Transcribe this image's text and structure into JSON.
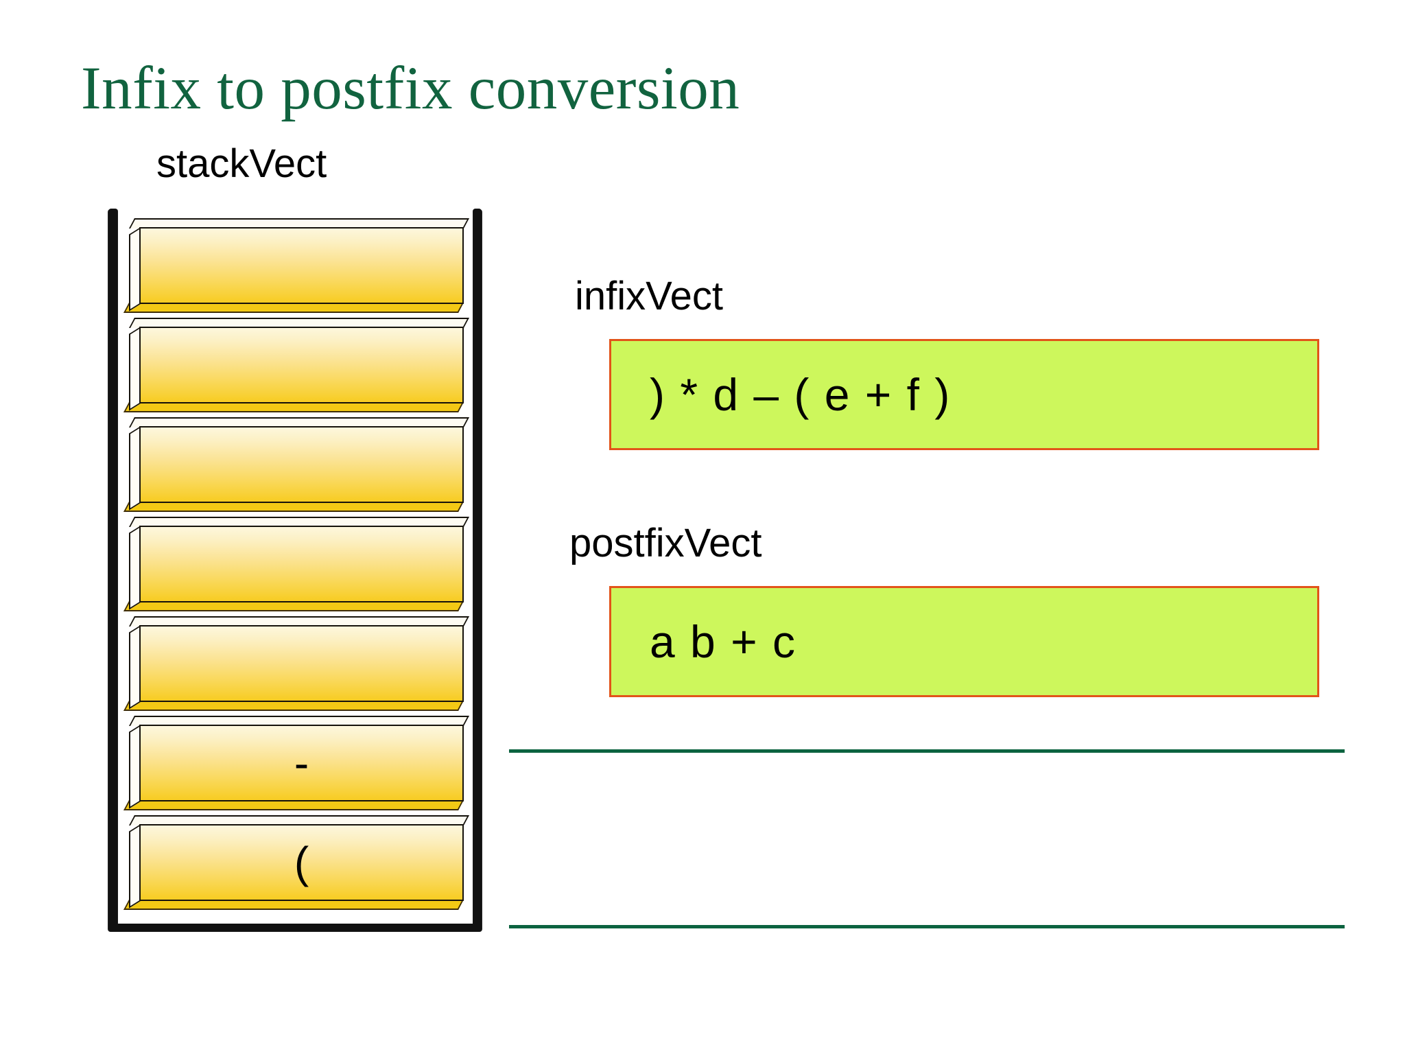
{
  "slide": {
    "title": "Infix to postfix conversion",
    "title_color": "#11633f",
    "background_color": "#ffffff"
  },
  "stack": {
    "label": "stackVect",
    "cell_count": 7,
    "cells": [
      {
        "index": 0,
        "value": ""
      },
      {
        "index": 1,
        "value": ""
      },
      {
        "index": 2,
        "value": ""
      },
      {
        "index": 3,
        "value": ""
      },
      {
        "index": 4,
        "value": ""
      },
      {
        "index": 5,
        "value": "-"
      },
      {
        "index": 6,
        "value": "("
      }
    ],
    "cell_fill_top_color": "#fdf7dd",
    "cell_fill_bottom_color": "#f7cc22",
    "cell_border_color": "#15120c",
    "container_border_color": "#111111"
  },
  "vectors": [
    {
      "id": "infix",
      "label": "infixVect",
      "content": ") * d – ( e + f )",
      "fill_color": "#cdf75c",
      "border_color": "#e2541a"
    },
    {
      "id": "postfix",
      "label": "postfixVect",
      "content": "a b + c",
      "fill_color": "#cdf75c",
      "border_color": "#e2541a"
    }
  ],
  "rules": {
    "color": "#0c6340",
    "count": 2
  }
}
